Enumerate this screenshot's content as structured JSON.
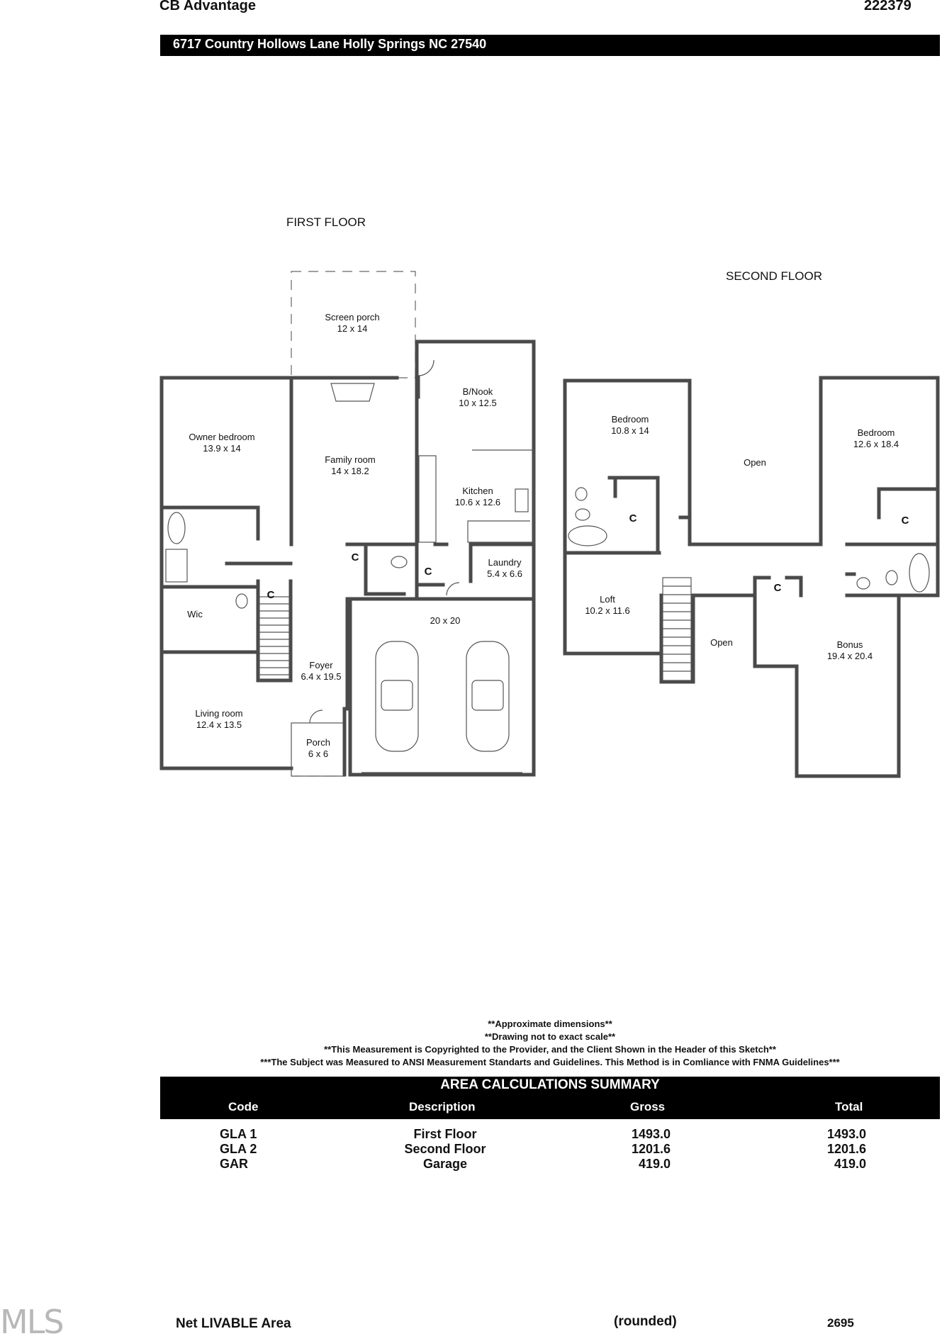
{
  "header": {
    "company": "CB Advantage",
    "file_number": "222379",
    "address": "6717 Country Hollows Lane Holly Springs NC 27540"
  },
  "plan": {
    "first_floor_title": "FIRST FLOOR",
    "second_floor_title": "SECOND FLOOR",
    "closet_mark": "C",
    "first_floor_rooms": [
      {
        "name": "Screen porch",
        "size": "12 x 14"
      },
      {
        "name": "B/Nook",
        "size": "10 x 12.5"
      },
      {
        "name": "Owner bedroom",
        "size": "13.9 x 14"
      },
      {
        "name": "Family room",
        "size": "14 x 18.2"
      },
      {
        "name": "Kitchen",
        "size": "10.6 x 12.6"
      },
      {
        "name": "Laundry",
        "size": "5.4 x 6.6"
      },
      {
        "name": "Wic",
        "size": ""
      },
      {
        "name": "",
        "size": "20 x 20"
      },
      {
        "name": "Foyer",
        "size": "6.4 x 19.5"
      },
      {
        "name": "Living room",
        "size": "12.4 x 13.5"
      },
      {
        "name": "Porch",
        "size": "6 x 6"
      }
    ],
    "second_floor_rooms": [
      {
        "name": "Bedroom",
        "size": "10.8 x 14"
      },
      {
        "name": "Bedroom",
        "size": "12.6 x 18.4"
      },
      {
        "name": "Open",
        "size": ""
      },
      {
        "name": "Loft",
        "size": "10.2 x 11.6"
      },
      {
        "name": "Open",
        "size": ""
      },
      {
        "name": "Bonus",
        "size": "19.4 x 20.4"
      }
    ]
  },
  "notes": [
    "**Approximate dimensions**",
    "**Drawing not to exact scale**",
    "**This Measurement is Copyrighted to the Provider, and the Client Shown in the Header of this Sketch**",
    "***The Subject was Measured to ANSI Measurement Standarts and Guidelines. This Method is in Comliance with FNMA Guidelines***"
  ],
  "summary": {
    "title": "AREA CALCULATIONS SUMMARY",
    "columns": {
      "code": "Code",
      "description": "Description",
      "gross": "Gross",
      "total": "Total"
    },
    "rows": [
      {
        "code": "GLA 1",
        "description": "First Floor",
        "gross": "1493.0",
        "total": "1493.0"
      },
      {
        "code": "GLA 2",
        "description": "Second Floor",
        "gross": "1201.6",
        "total": "1201.6"
      },
      {
        "code": "GAR",
        "description": "Garage",
        "gross": "419.0",
        "total": "419.0"
      }
    ]
  },
  "footer": {
    "logo_text": "MLS",
    "net_label": "Net LIVABLE Area",
    "rounded_label": "(rounded)",
    "net_value": "2695"
  }
}
